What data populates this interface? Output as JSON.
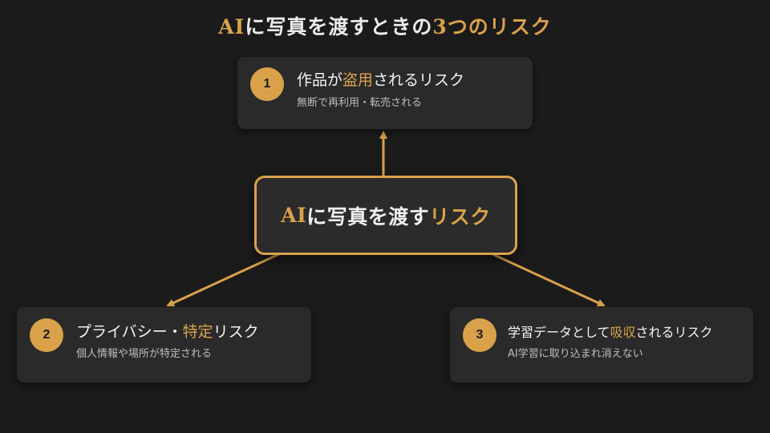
{
  "title": {
    "prefix": "AI",
    "middle": "に写真を渡すときの",
    "number": "3",
    "suffix": "つのリスク"
  },
  "center": {
    "prefix": "AI",
    "middle": "に写真を渡す",
    "accent": "リスク"
  },
  "risks": [
    {
      "number": "1",
      "title_pre": "作品が",
      "title_accent": "盗用",
      "title_post": "されるリスク",
      "subtitle": "無断で再利用・転売される"
    },
    {
      "number": "2",
      "title_pre": "プライバシー・",
      "title_accent": "特定",
      "title_post": "リスク",
      "subtitle": "個人情報や場所が特定される"
    },
    {
      "number": "3",
      "title_pre": "学習データとして",
      "title_accent": "吸収",
      "title_post": "されるリスク",
      "subtitle": "AI学習に取り込まれ消えない"
    }
  ],
  "colors": {
    "accent": "#d9a24a",
    "background": "#1b1b1b",
    "card": "#2a2a2a"
  }
}
